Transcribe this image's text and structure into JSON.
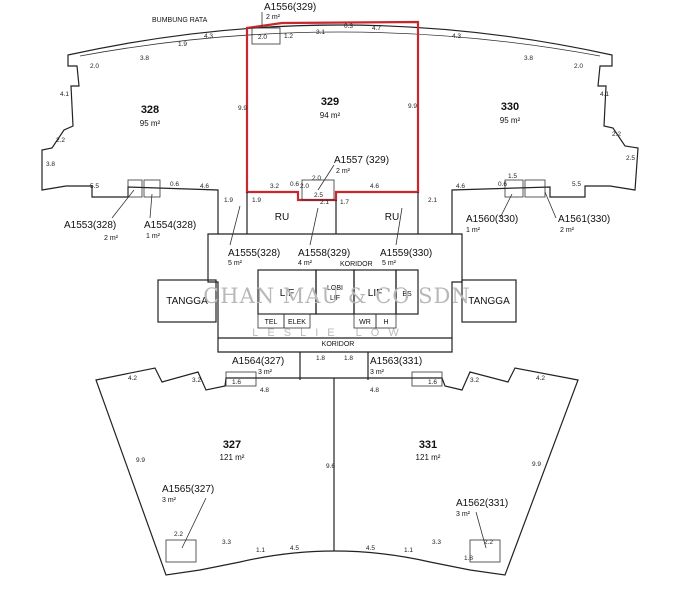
{
  "header": {
    "label": "BUMBUNG RATA"
  },
  "units": [
    {
      "id": "328",
      "area": "95 m²"
    },
    {
      "id": "329",
      "area": "94 m²"
    },
    {
      "id": "330",
      "area": "95 m²"
    },
    {
      "id": "327",
      "area": "121 m²"
    },
    {
      "id": "331",
      "area": "121 m²"
    }
  ],
  "accessory_lots": [
    {
      "id": "A1556(329)",
      "area": "2 m²"
    },
    {
      "id": "A1557 (329)",
      "area": "2 m²"
    },
    {
      "id": "A1553(328)",
      "area": "2 m²"
    },
    {
      "id": "A1554(328)",
      "area": "1 m²"
    },
    {
      "id": "A1555(328)",
      "area": "5 m²"
    },
    {
      "id": "A1558(329)",
      "area": "4 m²"
    },
    {
      "id": "A1559(330)",
      "area": "5 m²"
    },
    {
      "id": "A1560(330)",
      "area": "1 m²"
    },
    {
      "id": "A1561(330)",
      "area": "2 m²"
    },
    {
      "id": "A1564(327)",
      "area": "3 m²"
    },
    {
      "id": "A1563(331)",
      "area": "3 m²"
    },
    {
      "id": "A1565(327)",
      "area": "3 m²"
    },
    {
      "id": "A1562(331)",
      "area": "3 m²"
    }
  ],
  "rooms": {
    "ru": "RU",
    "koridor": "KORIDOR",
    "tangga": "TANGGA",
    "lif": "LIF",
    "lobi": "LOBI",
    "lobi_lif": "LIF",
    "bs": "BS",
    "tel": "TEL",
    "elek": "ELEK",
    "wr": "WR",
    "h": "H"
  },
  "watermark": {
    "main": "CHAN MAU & CO SDN",
    "sub": "LESLIE LOW"
  },
  "highlight_color": "#c8272d",
  "dimensions": {
    "top": [
      "4.3",
      "3.1",
      "4.7",
      "4.3",
      "2.0",
      "1.2",
      "0.3",
      "1.9"
    ],
    "left": [
      "2.0",
      "3.8",
      "4.1",
      "2.2",
      "3.8",
      "5.5",
      "4.6",
      "0.6",
      "1.9"
    ],
    "center": [
      "9.9",
      "9.9",
      "3.2",
      "2.0",
      "2.0",
      "2.5",
      "4.6",
      "0.6"
    ],
    "right": [
      "2.0",
      "3.8",
      "4.1",
      "2.2",
      "2.5",
      "5.5",
      "4.6",
      "1.5",
      "0.6"
    ],
    "core": [
      "1.9",
      "2.1",
      "1.7",
      "2.1"
    ],
    "lower_left": [
      "4.2",
      "3.2",
      "1.6",
      "4.8",
      "9.9",
      "2.2",
      "3.3",
      "4.5",
      "1.1",
      "1.8",
      "1.8"
    ],
    "lower_right": [
      "4.2",
      "3.2",
      "1.6",
      "4.8",
      "9.9",
      "9.6",
      "2.2",
      "3.3",
      "4.5",
      "1.1",
      "1.8"
    ]
  }
}
